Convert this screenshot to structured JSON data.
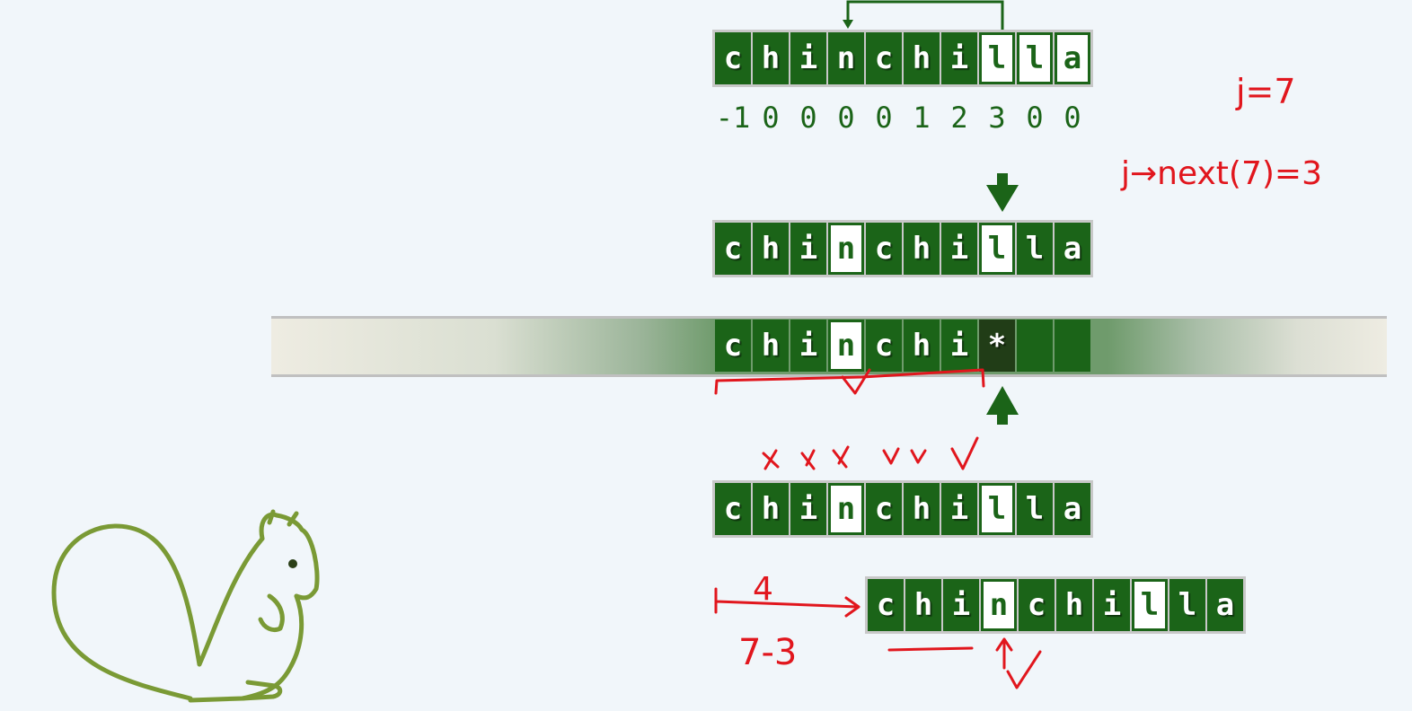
{
  "pattern": [
    "c",
    "h",
    "i",
    "n",
    "c",
    "h",
    "i",
    "l",
    "l",
    "a"
  ],
  "next_values": [
    "-1",
    "0",
    "0",
    "0",
    "0",
    "1",
    "2",
    "3",
    "0",
    "0"
  ],
  "text_chars": [
    "c",
    "h",
    "i",
    "n",
    "c",
    "h",
    "i",
    "*",
    "",
    ""
  ],
  "annotations": {
    "j_value": "j=7",
    "j_next": "j→next(7)=3",
    "shift_amount": "4",
    "shift_expr": "7-3"
  },
  "colors": {
    "cell_green": "#1b6418",
    "annotation_red": "#e1161d"
  }
}
